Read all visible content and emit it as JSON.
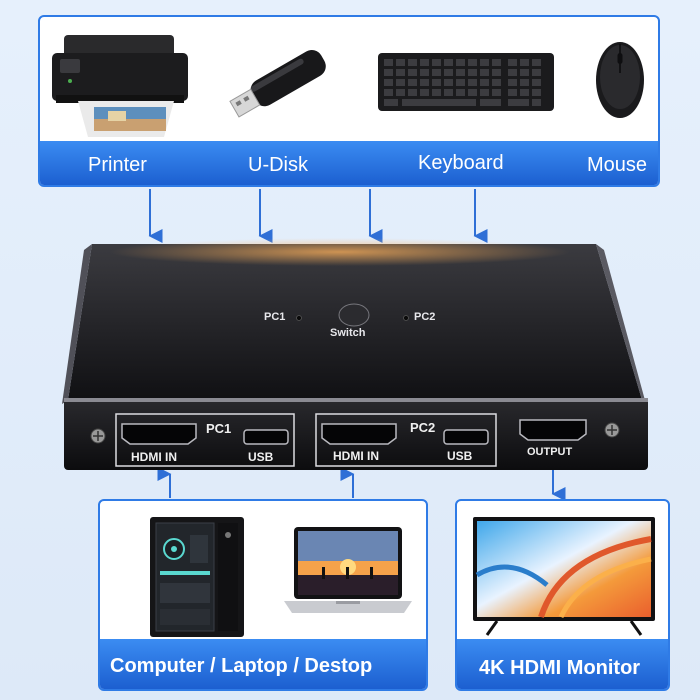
{
  "peripherals": {
    "labels": [
      "Printer",
      "U-Disk",
      "Keyboard",
      "Mouse"
    ],
    "icons": [
      "printer-icon",
      "usb-flash-drive-icon",
      "keyboard-icon",
      "mouse-icon"
    ]
  },
  "switch_box": {
    "pc1_led": "PC1",
    "pc2_led": "PC2",
    "button": "Switch",
    "ports": {
      "pc1_label": "PC1",
      "pc1_hdmi": "HDMI IN",
      "pc1_usb": "USB",
      "pc2_label": "PC2",
      "pc2_hdmi": "HDMI IN",
      "pc2_usb": "USB",
      "output": "OUTPUT"
    }
  },
  "computers": {
    "label": "Computer / Laptop / Destop",
    "icons": [
      "desktop-tower-icon",
      "laptop-icon"
    ]
  },
  "monitor": {
    "label": "4K HDMI Monitor",
    "icon": "monitor-icon"
  },
  "colors": {
    "accent": "#2f7be6",
    "bar_top": "#3b8cf2",
    "bar_bottom": "#1c5fd0",
    "device_body": "#1d1d20"
  }
}
